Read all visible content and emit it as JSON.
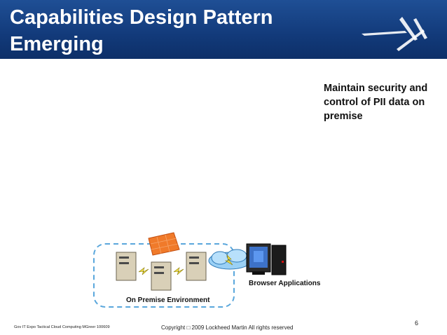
{
  "slide": {
    "title_line1": "Capabilities Design Pattern",
    "title_line2": "Emerging",
    "bullet_text": "Maintain security and control of PII data on premise",
    "diagram": {
      "on_premise_label": "On Premise Environment",
      "browser_label": "Browser Applications"
    },
    "footer_left": "Gov IT Expo Tactical Cloud Computing  MGreer 100609",
    "footer_center": "Copyright  □ 2009 Lockheed Martin All rights reserved",
    "page_number": "6"
  },
  "colors": {
    "header_blue": "#123a7a",
    "dashed_border": "#5aa7dc",
    "firewall_orange": "#f07a2a",
    "lightning_yellow": "#f3e24a"
  }
}
